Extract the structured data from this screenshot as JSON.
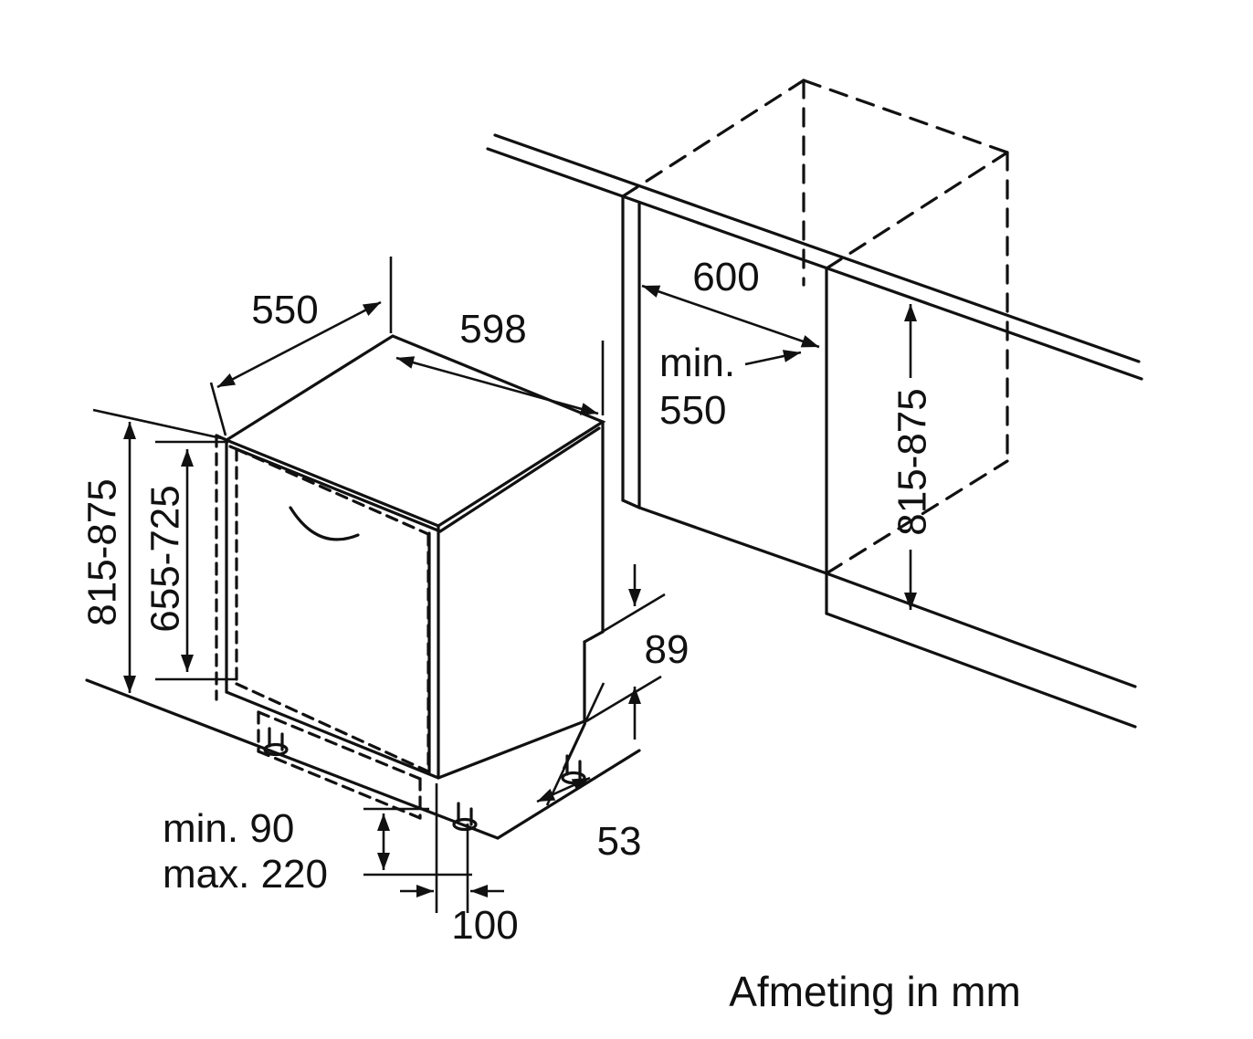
{
  "diagram": {
    "caption": "Afmeting in mm",
    "colors": {
      "line": "#111111",
      "background": "#ffffff"
    },
    "dimensions": {
      "top_depth": "550",
      "top_width": "598",
      "niche_width": "600",
      "niche_depth_min_label": "min.",
      "niche_depth_min_value": "550",
      "left_total_height": "815-875",
      "door_panel_height": "655-725",
      "right_niche_height": "815-875",
      "rear_recess_height": "89",
      "rear_recess_depth": "53",
      "plinth_min": "min. 90",
      "plinth_max": "max. 220",
      "plinth_depth": "100"
    }
  }
}
